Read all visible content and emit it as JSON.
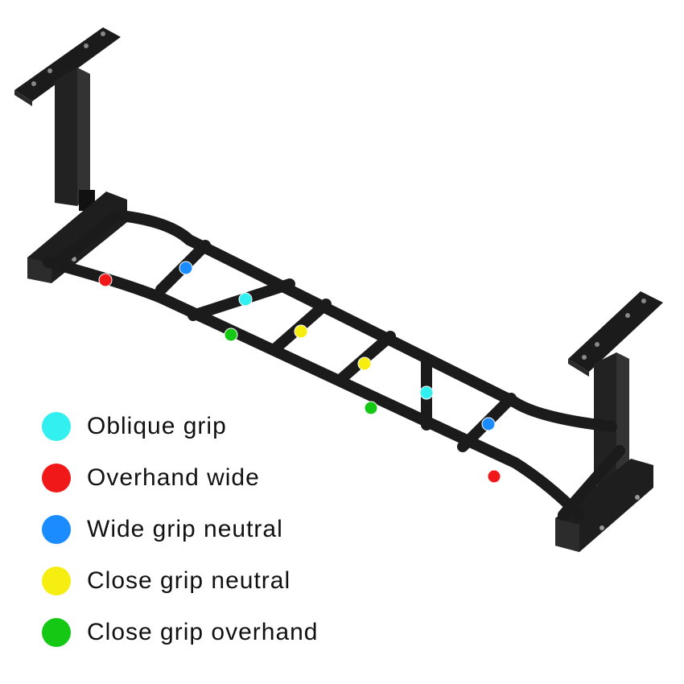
{
  "colors": {
    "frame": "#1b1b1b",
    "oblique": "#33f0f0",
    "overhand_wide": "#f01818",
    "wide_neutral": "#1a8cff",
    "close_neutral": "#f5ee10",
    "close_overhand": "#14c814"
  },
  "legend": [
    {
      "label": "Oblique grip",
      "color": "#33f0f0"
    },
    {
      "label": "Overhand wide",
      "color": "#f01818"
    },
    {
      "label": "Wide grip neutral",
      "color": "#1a8cff"
    },
    {
      "label": "Close grip neutral",
      "color": "#f5ee10"
    },
    {
      "label": "Close grip overhand",
      "color": "#14c814"
    }
  ]
}
